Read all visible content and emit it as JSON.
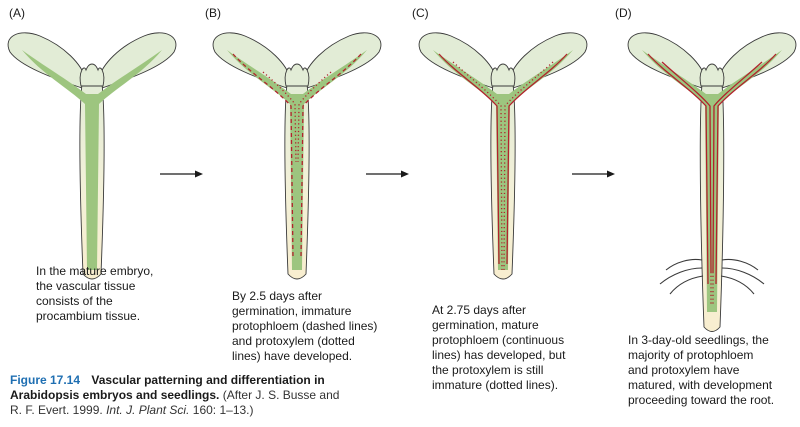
{
  "colors": {
    "cotyledon_fill": "#e2ecd6",
    "hypocotyl_fill": "#f6efd4",
    "vascular_green": "#9dc57f",
    "phloem_red": "#b2222c",
    "outline": "#3a3a3a"
  },
  "panels": [
    {
      "label": "(A)",
      "text_lines": [
        "In the mature embryo,",
        "the vascular tissue",
        "consists of the",
        "procambium tissue."
      ]
    },
    {
      "label": "(B)",
      "text_lines": [
        "By 2.5 days after",
        "germination, immature",
        "protophloem (dashed lines)",
        "and protoxylem (dotted",
        "lines) have developed."
      ]
    },
    {
      "label": "(C)",
      "text_lines": [
        "At 2.75 days after",
        "germination, mature",
        "protophloem (continuous",
        "lines) has developed, but",
        "the protoxylem is still",
        "immature (dotted lines)."
      ]
    },
    {
      "label": "(D)",
      "text_lines": [
        "In 3-day-old seedlings, the",
        "majority of protophloem",
        "and protoxylem have",
        "matured, with development",
        "proceeding toward the root."
      ]
    }
  ],
  "arrows": [
    {
      "name": "arrow-a-to-b"
    },
    {
      "name": "arrow-b-to-c"
    },
    {
      "name": "arrow-c-to-d"
    }
  ],
  "caption": {
    "figure_number": "Figure 17.14",
    "title_line1": "Vascular patterning and differentiation in",
    "title_line2": "Arabidopsis embryos and seedlings.",
    "citation_a": "(After J. S. Busse and",
    "citation_b": "R. F. Evert. 1999.",
    "journal": "Int. J. Plant Sci.",
    "citation_c": "160: 1–13.)"
  }
}
